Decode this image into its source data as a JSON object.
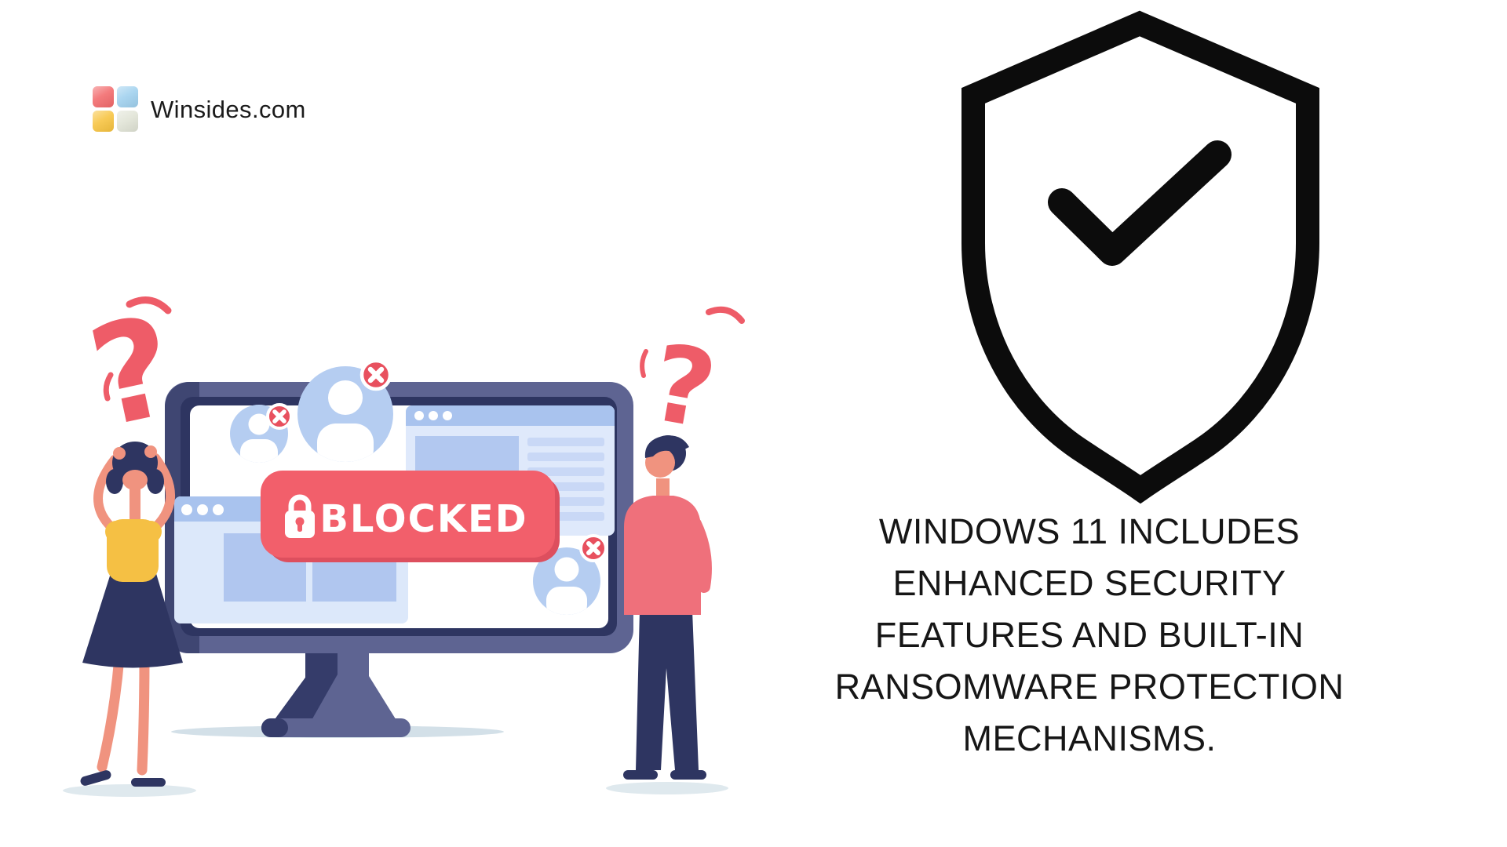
{
  "brand": {
    "name": "Winsides.com",
    "icon": "windows-grid-icon",
    "square_colors": {
      "top_left": "#f2696b",
      "top_right": "#9fd0ee",
      "bottom_left": "#f7c33f",
      "bottom_right": "#e0e3d5"
    }
  },
  "illustration": {
    "blocked_label": "BLOCKED",
    "question_mark": "?",
    "icons": [
      "question-mark",
      "lock-icon",
      "x-badge-icon",
      "avatar-icon",
      "browser-window",
      "monitor"
    ],
    "colors": {
      "banner_red": "#f25f6b",
      "banner_shadow_red": "#dd4f5e",
      "badge_red": "#e8505e",
      "question_red": "#ee5c68",
      "avatar_blue": "#b5cdf1",
      "window_header_blue": "#a9c3ee",
      "window_body_blue": "#dfe9fb",
      "window_block_blue": "#b2c8f0",
      "monitor_slate": "#5e6492",
      "monitor_navy": "#2e3561",
      "skin": "#f0937f",
      "shirt_yellow": "#f5c044",
      "shirt_red": "#ef707b",
      "shadow": "#dce8ee"
    }
  },
  "shield": {
    "icon": "shield-check-icon",
    "color": "#0c0c0c"
  },
  "caption": {
    "lines": [
      "WINDOWS 11 INCLUDES",
      "ENHANCED SECURITY",
      "FEATURES AND BUILT-IN",
      "RANSOMWARE PROTECTION",
      "MECHANISMS."
    ]
  }
}
